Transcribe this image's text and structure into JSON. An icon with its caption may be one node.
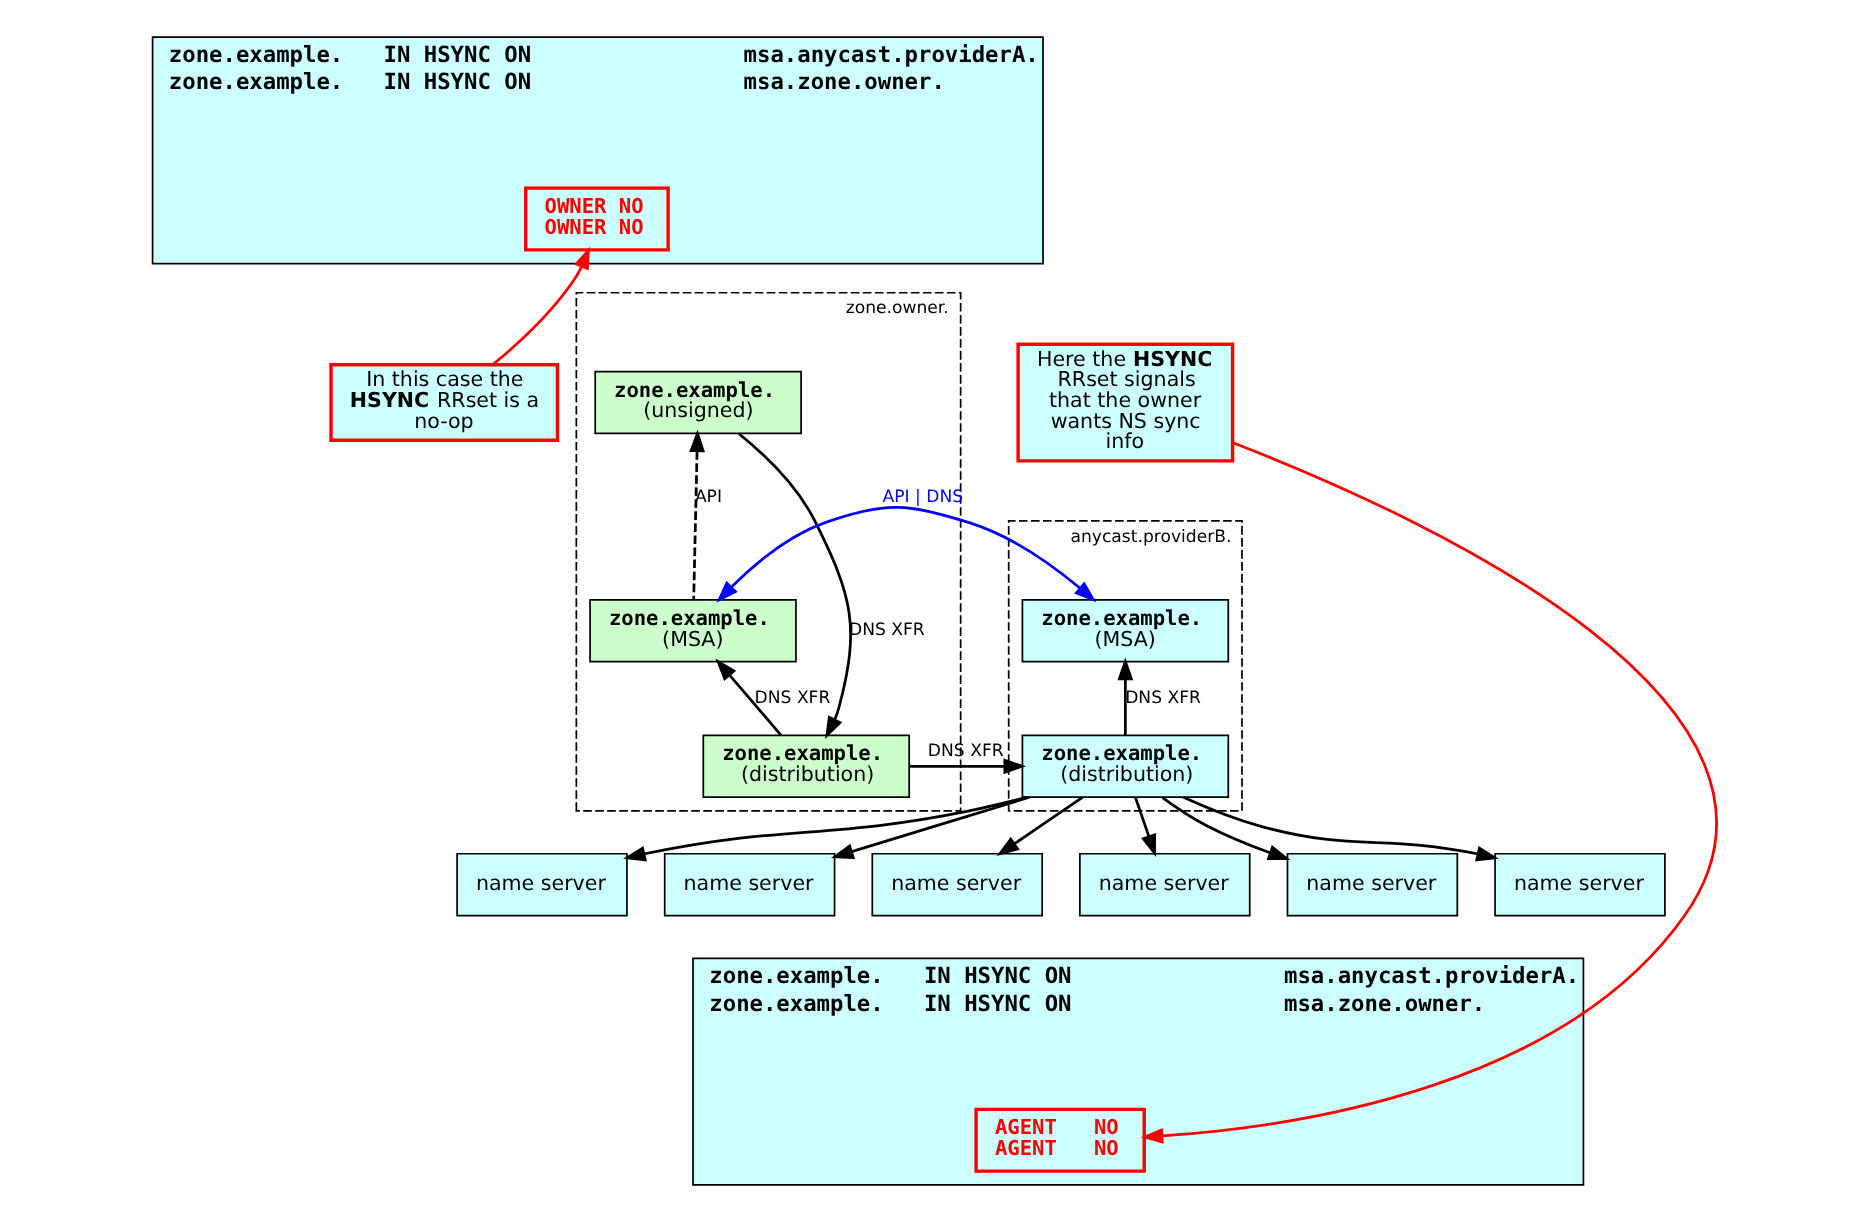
{
  "diagram": {
    "nodes": [
      {
        "text": [
          "zone.example.   IN HSYNC ON",
          "msa.anycast.providerA.",
          "zone.example.   IN HSYNC ON",
          "msa.zone.owner."
        ]
      },
      {
        "text": [
          "OWNER NO",
          "OWNER NO"
        ],
        "in": 0
      },
      {
        "text": [
          "In this case the **HSYNC** RRset is a no-op"
        ]
      },
      {
        "text": [
          "zone.owner."
        ]
      },
      {
        "text": [
          "zone.example.",
          "(unsigned)"
        ],
        "in": 3
      },
      {
        "text": [
          "zone.example.",
          "(MSA)"
        ],
        "in": 3
      },
      {
        "text": [
          "zone.example.",
          "(distribution)"
        ],
        "in": 3
      },
      {
        "text": [
          "anycast.providerB."
        ]
      },
      {
        "text": [
          "zone.example.",
          "(MSA)"
        ],
        "in": 7
      },
      {
        "text": [
          "zone.example.",
          "(distribution)"
        ],
        "in": 7
      },
      {
        "text": [
          "name server"
        ]
      },
      {
        "text": [
          "name server"
        ]
      },
      {
        "text": [
          "name server"
        ]
      },
      {
        "text": [
          "name server"
        ]
      },
      {
        "text": [
          "name server"
        ]
      },
      {
        "text": [
          "name server"
        ]
      },
      {
        "text": [
          "Here the **HSYNC** RRset signals that the owner wants NS sync info"
        ]
      },
      {
        "text": [
          "zone.example.   IN HSYNC ON",
          "msa.anycast.providerA.",
          "zone.example.   IN HSYNC ON",
          "msa.zone.owner."
        ]
      },
      {
        "text": [
          "AGENT   NO",
          "AGENT   NO"
        ],
        "in": 17
      }
    ],
    "edges": [
      {
        "from": 2,
        "to": 1,
        "arrow": "to",
        "color": "#ff0000"
      },
      {
        "from": 5,
        "to": 4,
        "arrow": "to",
        "label": "API",
        "style": "dashed"
      },
      {
        "from": 4,
        "to": 6,
        "arrow": "to",
        "label": "DNS XFR"
      },
      {
        "from": 6,
        "to": 5,
        "arrow": "to",
        "label": "DNS XFR"
      },
      {
        "from": 5,
        "to": 8,
        "arrow": "both",
        "label": "API | DNS",
        "color": "#0000ff"
      },
      {
        "from": 6,
        "to": 9,
        "arrow": "to",
        "label": "DNS XFR"
      },
      {
        "from": 9,
        "to": 8,
        "arrow": "to",
        "label": "DNS XFR"
      },
      {
        "from": 9,
        "to": 10,
        "arrow": "to"
      },
      {
        "from": 9,
        "to": 11,
        "arrow": "to"
      },
      {
        "from": 9,
        "to": 12,
        "arrow": "to"
      },
      {
        "from": 9,
        "to": 13,
        "arrow": "to"
      },
      {
        "from": 9,
        "to": 14,
        "arrow": "to"
      },
      {
        "from": 9,
        "to": 15,
        "arrow": "to"
      },
      {
        "from": 16,
        "to": 18,
        "arrow": "to",
        "color": "#ff0000"
      }
    ]
  }
}
